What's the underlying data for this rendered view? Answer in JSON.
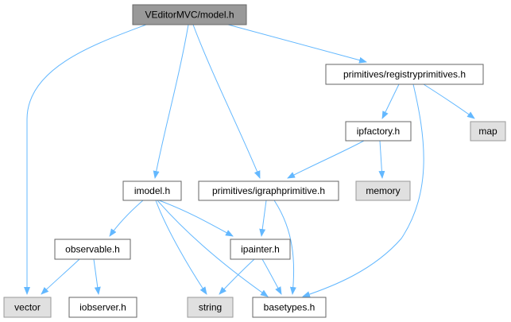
{
  "graph": {
    "nodes": [
      {
        "id": "model",
        "label": "VEditorMVC/model.h",
        "kind": "root"
      },
      {
        "id": "registry",
        "label": "primitives/registryprimitives.h",
        "kind": "file"
      },
      {
        "id": "map",
        "label": "map",
        "kind": "external"
      },
      {
        "id": "ipfactory",
        "label": "ipfactory.h",
        "kind": "file"
      },
      {
        "id": "memory",
        "label": "memory",
        "kind": "external"
      },
      {
        "id": "imodel",
        "label": "imodel.h",
        "kind": "file"
      },
      {
        "id": "igraph",
        "label": "primitives/igraphprimitive.h",
        "kind": "file"
      },
      {
        "id": "observable",
        "label": "observable.h",
        "kind": "file"
      },
      {
        "id": "ipainter",
        "label": "ipainter.h",
        "kind": "file"
      },
      {
        "id": "vector",
        "label": "vector",
        "kind": "external"
      },
      {
        "id": "iobserver",
        "label": "iobserver.h",
        "kind": "file"
      },
      {
        "id": "string",
        "label": "string",
        "kind": "external"
      },
      {
        "id": "basetypes",
        "label": "basetypes.h",
        "kind": "file"
      }
    ],
    "edges": [
      {
        "from": "model",
        "to": "vector"
      },
      {
        "from": "model",
        "to": "imodel"
      },
      {
        "from": "model",
        "to": "igraph"
      },
      {
        "from": "model",
        "to": "registry"
      },
      {
        "from": "registry",
        "to": "ipfactory"
      },
      {
        "from": "registry",
        "to": "map"
      },
      {
        "from": "registry",
        "to": "basetypes"
      },
      {
        "from": "ipfactory",
        "to": "igraph"
      },
      {
        "from": "ipfactory",
        "to": "memory"
      },
      {
        "from": "imodel",
        "to": "observable"
      },
      {
        "from": "imodel",
        "to": "ipainter"
      },
      {
        "from": "imodel",
        "to": "string"
      },
      {
        "from": "imodel",
        "to": "basetypes"
      },
      {
        "from": "igraph",
        "to": "ipainter"
      },
      {
        "from": "igraph",
        "to": "basetypes"
      },
      {
        "from": "observable",
        "to": "vector"
      },
      {
        "from": "observable",
        "to": "iobserver"
      },
      {
        "from": "ipainter",
        "to": "string"
      },
      {
        "from": "ipainter",
        "to": "basetypes"
      }
    ]
  },
  "colors": {
    "edge": "#63b8ff",
    "root_fill": "#999999",
    "root_border": "#666666",
    "file_fill": "#ffffff",
    "file_border": "#666666",
    "external_fill": "#e0e0e0",
    "external_border": "#999999",
    "text": "#000000"
  }
}
